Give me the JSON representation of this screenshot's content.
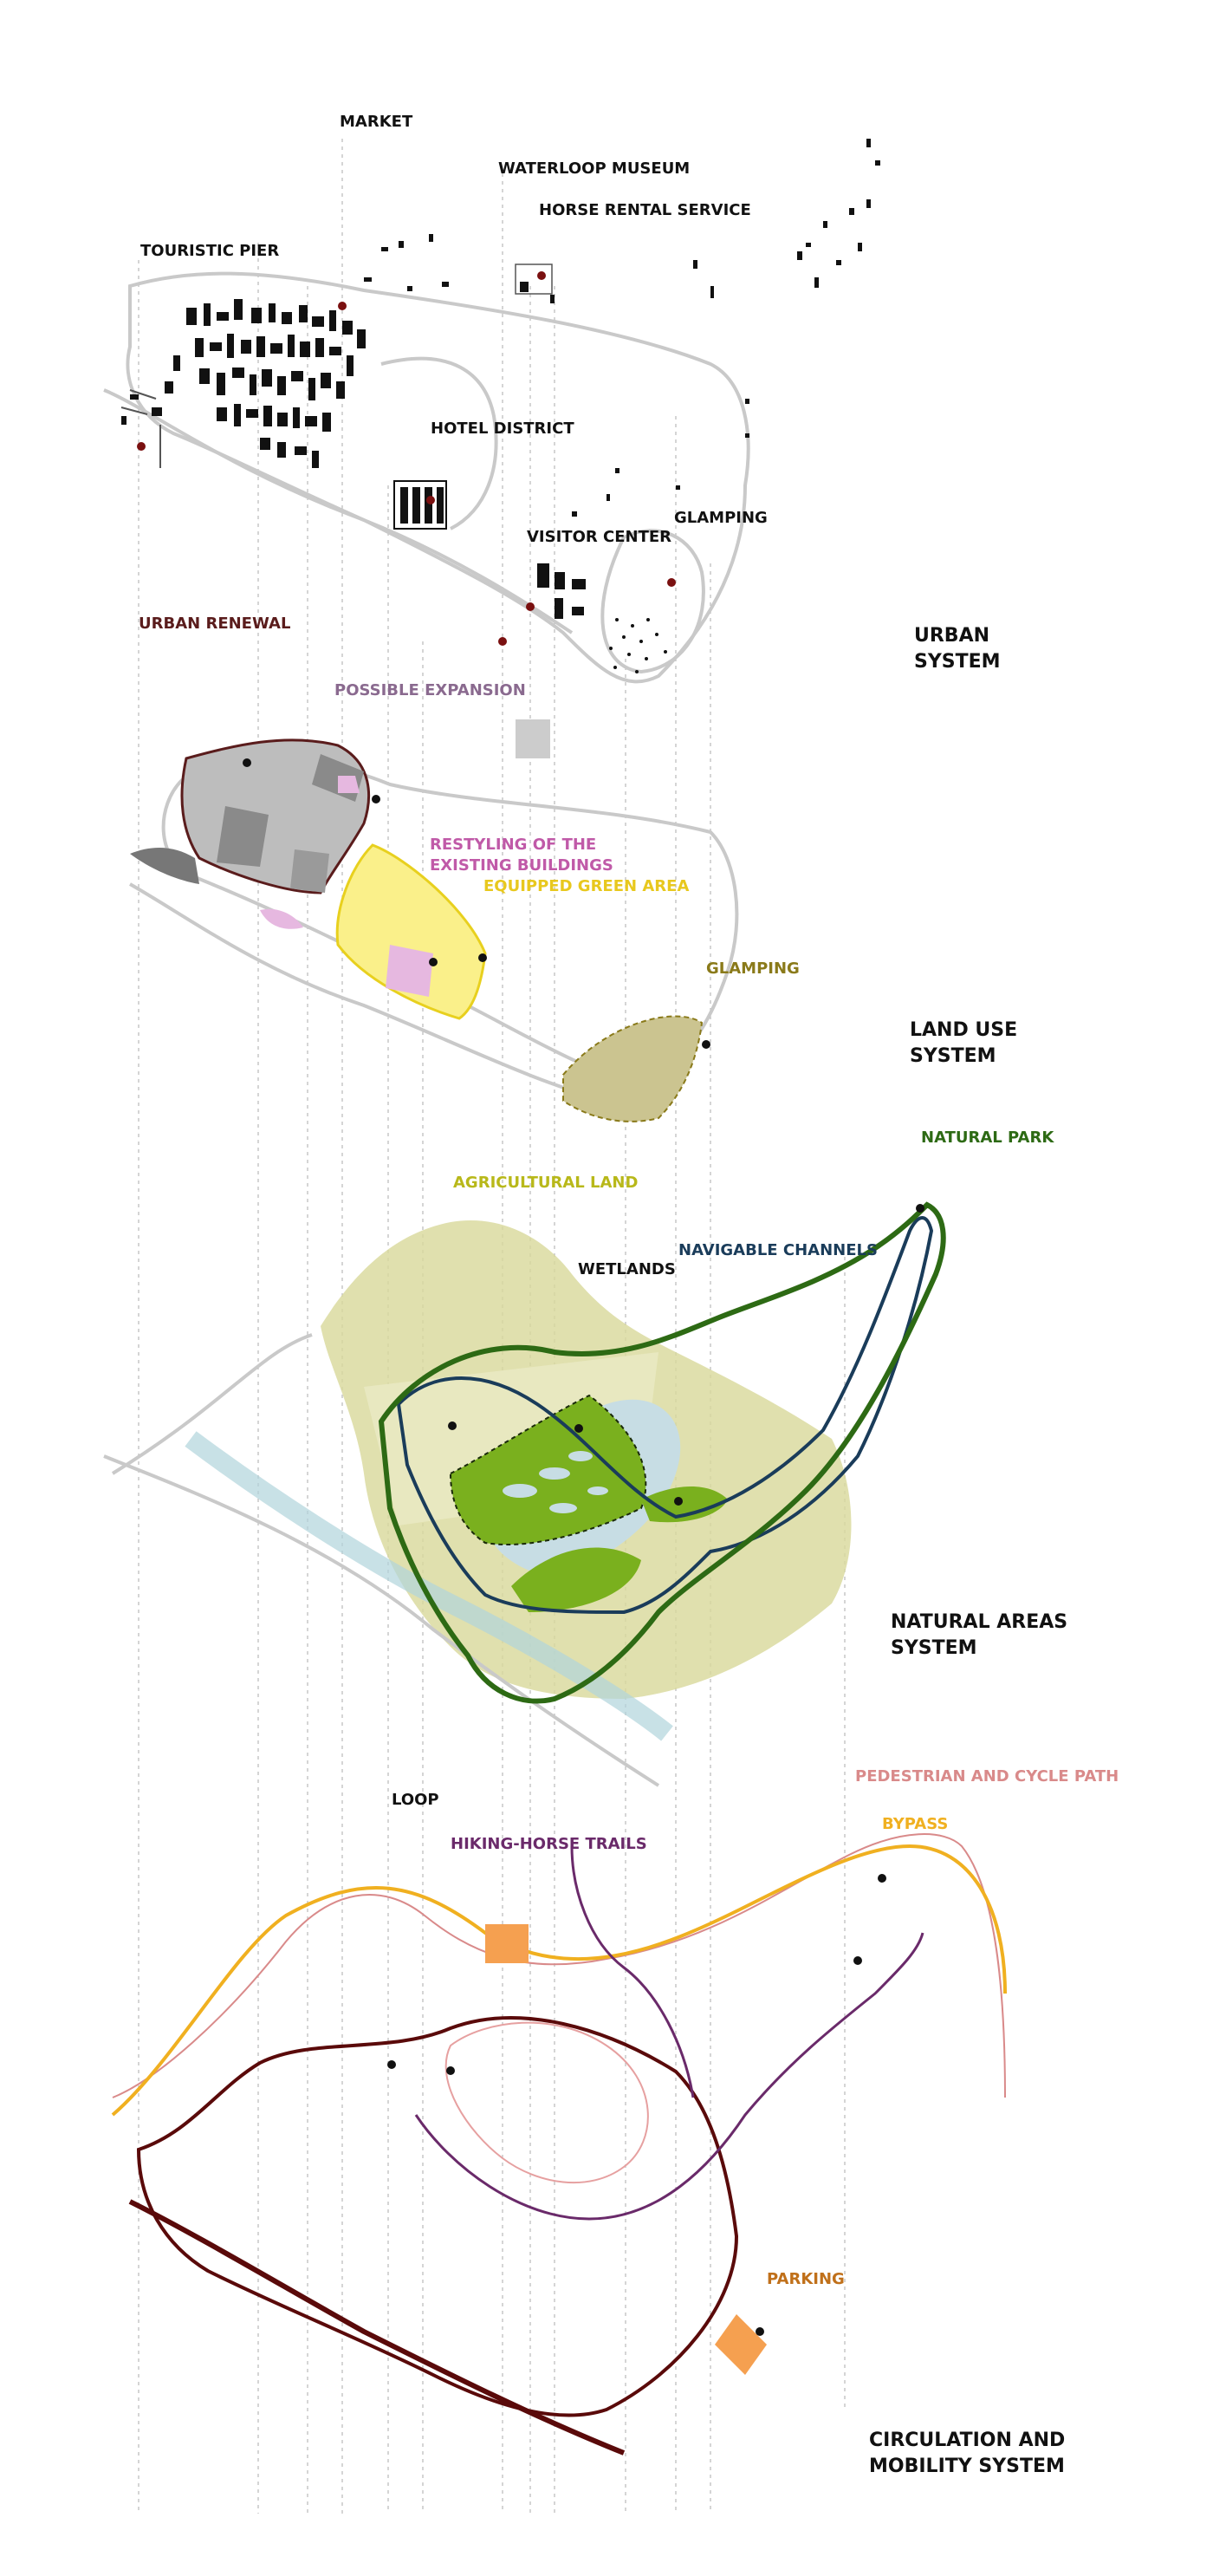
{
  "labels": {
    "urban": {
      "market": "MARKET",
      "waterloop_museum": "WATERLOOP MUSEUM",
      "horse_rental": "HORSE RENTAL SERVICE",
      "touristic_pier": "TOURISTIC PIER",
      "hotel_district": "HOTEL DISTRICT",
      "visitor_center": "VISITOR CENTER",
      "glamping": "GLAMPING"
    },
    "land_use": {
      "urban_renewal": "URBAN RENEWAL",
      "possible_expansion": "POSSIBLE EXPANSION",
      "restyling_1": "RESTYLING OF THE",
      "restyling_2": "EXISTING BUILDINGS",
      "equipped_green": "EQUIPPED GREEN AREA",
      "glamping": "GLAMPING"
    },
    "natural": {
      "natural_park": "NATURAL PARK",
      "agricultural_land": "AGRICULTURAL LAND",
      "wetlands": "WETLANDS",
      "navigable_channels": "NAVIGABLE CHANNELS"
    },
    "circulation": {
      "pedestrian_cycle": "PEDESTRIAN AND CYCLE PATH",
      "bypass": "BYPASS",
      "loop": "LOOP",
      "hiking_horse": "HIKING-HORSE TRAILS",
      "parking": "PARKING"
    }
  },
  "systems": {
    "urban": [
      "URBAN",
      "SYSTEM"
    ],
    "land_use": [
      "LAND USE",
      "SYSTEM"
    ],
    "natural": [
      "NATURAL AREAS",
      "SYSTEM"
    ],
    "circulation": [
      "CIRCULATION AND",
      "MOBILITY SYSTEM"
    ]
  },
  "colors": {
    "urban_renewal": "#5a1c1c",
    "possible_expansion": "#8a6a8f",
    "restyling": "#c05aa8",
    "equipped_green": "#e8d01e",
    "glamping_land": "#8a7a1a",
    "natural_park": "#2d6a14",
    "agricultural": "#b8b81a",
    "navigable": "#1a3c5a",
    "pedestrian": "#d98a8a",
    "bypass": "#f0b020",
    "loop": "#5a0a0a",
    "hiking": "#6a2a6a",
    "parking": "#c0701a"
  }
}
